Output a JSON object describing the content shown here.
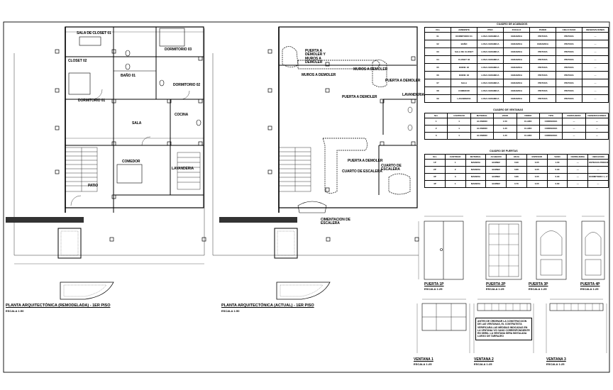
{
  "plans": {
    "remodelada": {
      "title": "PLANTA ARQUITECTÓNICA (REMODELADA) - 1ER PISO",
      "scale": "ESCALA 1:50",
      "rooms": {
        "sala_closet": "SALA DE CLOSET 01",
        "dormitorio_a": "DORMITORIO 03",
        "dormitorio_b": "DORMITORIO 02",
        "dormitorio_principal": "DORMITORIO 01",
        "bano": "BAÑO 01",
        "closet": "CLOSET 02",
        "sala": "SALA",
        "comedor": "COMEDOR",
        "cocina": "COCINA",
        "lavanderia": "LAVANDERIA",
        "patio": "PATIO"
      }
    },
    "actual": {
      "title": "PLANTA ARQUITECTÓNICA (ACTUAL) - 1ER PISO",
      "scale": "ESCALA 1:50",
      "labels": {
        "l1": "PUERTA A DEMOLER Y MUROS A DEMOLER",
        "l2": "MUROS A DEMOLER",
        "l3": "MUROS A DEMOLER",
        "l4": "PUERTA A DEMOLER",
        "l5": "PUERTA A DEMOLER",
        "l6": "LAVANDERIA",
        "l7": "PUERTA A DEMOLER",
        "l8": "CUARTO DE ESCALERA",
        "l9": "CUARTO DE ESCALERA",
        "l10": "CIMENTACION DE ESCALERA"
      }
    }
  },
  "tables": {
    "acabados": {
      "caption": "CUADRO DE ACABADOS",
      "headers": [
        "Nro",
        "AMBIENTE",
        "PISO",
        "ZOCALO",
        "PARED",
        "CIELO RASO",
        "OBSERVACIONES"
      ],
      "rows": [
        [
          "01",
          "DORMITORIO 01",
          "LOSA CERAMICA",
          "CERAMICA",
          "PINTURA",
          "PINTURA",
          "---"
        ],
        [
          "02",
          "BAÑO",
          "LOSA CERAMICA",
          "CERAMICA",
          "CERAMICA",
          "PINTURA",
          "---"
        ],
        [
          "03",
          "SALA DE CLOSET",
          "LOSA CERAMICA",
          "CERAMICA",
          "PINTURA",
          "PINTURA",
          "---"
        ],
        [
          "04",
          "CLOSET 02",
          "LOSA CERAMICA",
          "CERAMICA",
          "PINTURA",
          "PINTURA",
          "---"
        ],
        [
          "05",
          "DORM. 02",
          "LOSA CERAMICA",
          "CERAMICA",
          "PINTURA",
          "PINTURA",
          "---"
        ],
        [
          "06",
          "DORM. 03",
          "LOSA CERAMICA",
          "CERAMICA",
          "PINTURA",
          "PINTURA",
          "---"
        ],
        [
          "07",
          "SALA",
          "LOSA CERAMICA",
          "CERAMICA",
          "PINTURA",
          "PINTURA",
          "---"
        ],
        [
          "08",
          "COMEDOR",
          "LOSA CERAMICA",
          "CERAMICA",
          "PINTURA",
          "PINTURA",
          "---"
        ],
        [
          "09",
          "LAVANDERIA",
          "LOSA CERAMICA",
          "CERAMICA",
          "PINTURA",
          "PINTURA",
          "---"
        ]
      ]
    },
    "ventanas": {
      "caption": "CUADRO DE VENTANAS",
      "headers": [
        "Nro",
        "CANTIDAD",
        "MATERIAL",
        "VANO",
        "VIDRIO",
        "TIPO",
        "CERRAJERIA",
        "OBSERVACIONES"
      ],
      "rows": [
        [
          "1",
          "1",
          "ALUMINIO",
          "1.50",
          "CLARO",
          "CORREDIZA",
          "---",
          "---"
        ],
        [
          "2",
          "1",
          "ALUMINIO",
          "1.20",
          "CLARO",
          "CORREDIZA",
          "---",
          "---"
        ],
        [
          "3",
          "1",
          "ALUMINIO",
          "1.20",
          "CLARO",
          "CORREDIZA",
          "---",
          "---"
        ]
      ]
    },
    "puertas": {
      "caption": "CUADRO DE PUERTAS",
      "headers": [
        "Nro",
        "CANTIDAD",
        "MATERIAL",
        "ACABADO",
        "HOJA",
        "ESPESOR",
        "VANO",
        "CERRAJERIA",
        "UBICACION"
      ],
      "rows": [
        [
          "1P",
          "1",
          "MADERA",
          "BARNIZ",
          "0.90",
          "0.05",
          "1.00",
          "---",
          "ENTRADA PRINCIPAL"
        ],
        [
          "2P",
          "2",
          "MADERA",
          "BARNIZ",
          "0.80",
          "0.05",
          "0.90",
          "---",
          "---"
        ],
        [
          "3P",
          "3",
          "MADERA",
          "BARNIZ",
          "0.80",
          "0.05",
          "0.90",
          "---",
          "DORMITORIO 1, 2 Y 3"
        ],
        [
          "4P",
          "1",
          "MADERA",
          "BARNIZ",
          "0.70",
          "0.05",
          "0.80",
          "---",
          "---"
        ]
      ]
    }
  },
  "details": {
    "puerta_1p": {
      "title": "PUERTA 1P",
      "scale": "ESCALA 1:25"
    },
    "puerta_2p": {
      "title": "PUERTA 2P",
      "scale": "ESCALA 1:25"
    },
    "puerta_3p": {
      "title": "PUERTA 3P",
      "scale": "ESCALA 1:25"
    },
    "puerta_4p": {
      "title": "PUERTA 4P",
      "scale": "ESCALA 1:25"
    },
    "ventana_1": {
      "title": "VENTANA 1",
      "scale": "ESCALA 1:25"
    },
    "ventana_2": {
      "title": "VENTANA 2",
      "scale": "ESCALA 1:25"
    },
    "ventana_3": {
      "title": "VENTANA 3",
      "scale": "ESCALA 1:25"
    },
    "note": "ANTES DE ORDENAR LA CONSTRUCCION DE LAS VENTANAS, EL CONTRATISTA VERIFICARA LAS MEDIDAS INDICADAS EN LA VENTANA Y/O VANO CORRESPONDIENTE EN OBRA. LA VENTANA SERA INSTALADA LUEGO DE TARRAJEO"
  }
}
